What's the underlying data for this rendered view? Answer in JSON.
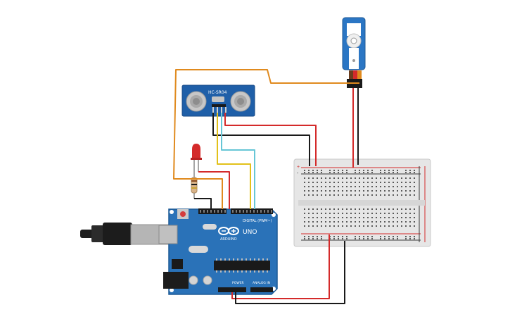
{
  "labels": {
    "sensor_model": "HC-SR04",
    "board_name": "ARDUINO",
    "board_model": "UNO",
    "digital_header": "DIGITAL (PWM~)",
    "power_header": "POWER",
    "analog_header": "ANALOG IN",
    "bb_plus": "+",
    "bb_minus": "-"
  },
  "colors": {
    "wire_black": "#1a1a1a",
    "wire_red": "#d42a2a",
    "wire_orange": "#e08a1e",
    "wire_yellow": "#e2c11a",
    "wire_cyan": "#67c6d6",
    "board_blue": "#2a72b8",
    "sensor_blue": "#1f5fa8",
    "servo_blue": "#2b76c4"
  },
  "components": [
    {
      "name": "Arduino Uno",
      "icon": "arduino-board"
    },
    {
      "name": "HC-SR04 ultrasonic sensor",
      "icon": "ultrasonic-sensor"
    },
    {
      "name": "Micro servo",
      "icon": "servo-motor"
    },
    {
      "name": "Half breadboard",
      "icon": "breadboard"
    },
    {
      "name": "Red LED",
      "icon": "led"
    },
    {
      "name": "Resistor",
      "icon": "resistor"
    },
    {
      "name": "USB cable",
      "icon": "usb-cable"
    }
  ]
}
